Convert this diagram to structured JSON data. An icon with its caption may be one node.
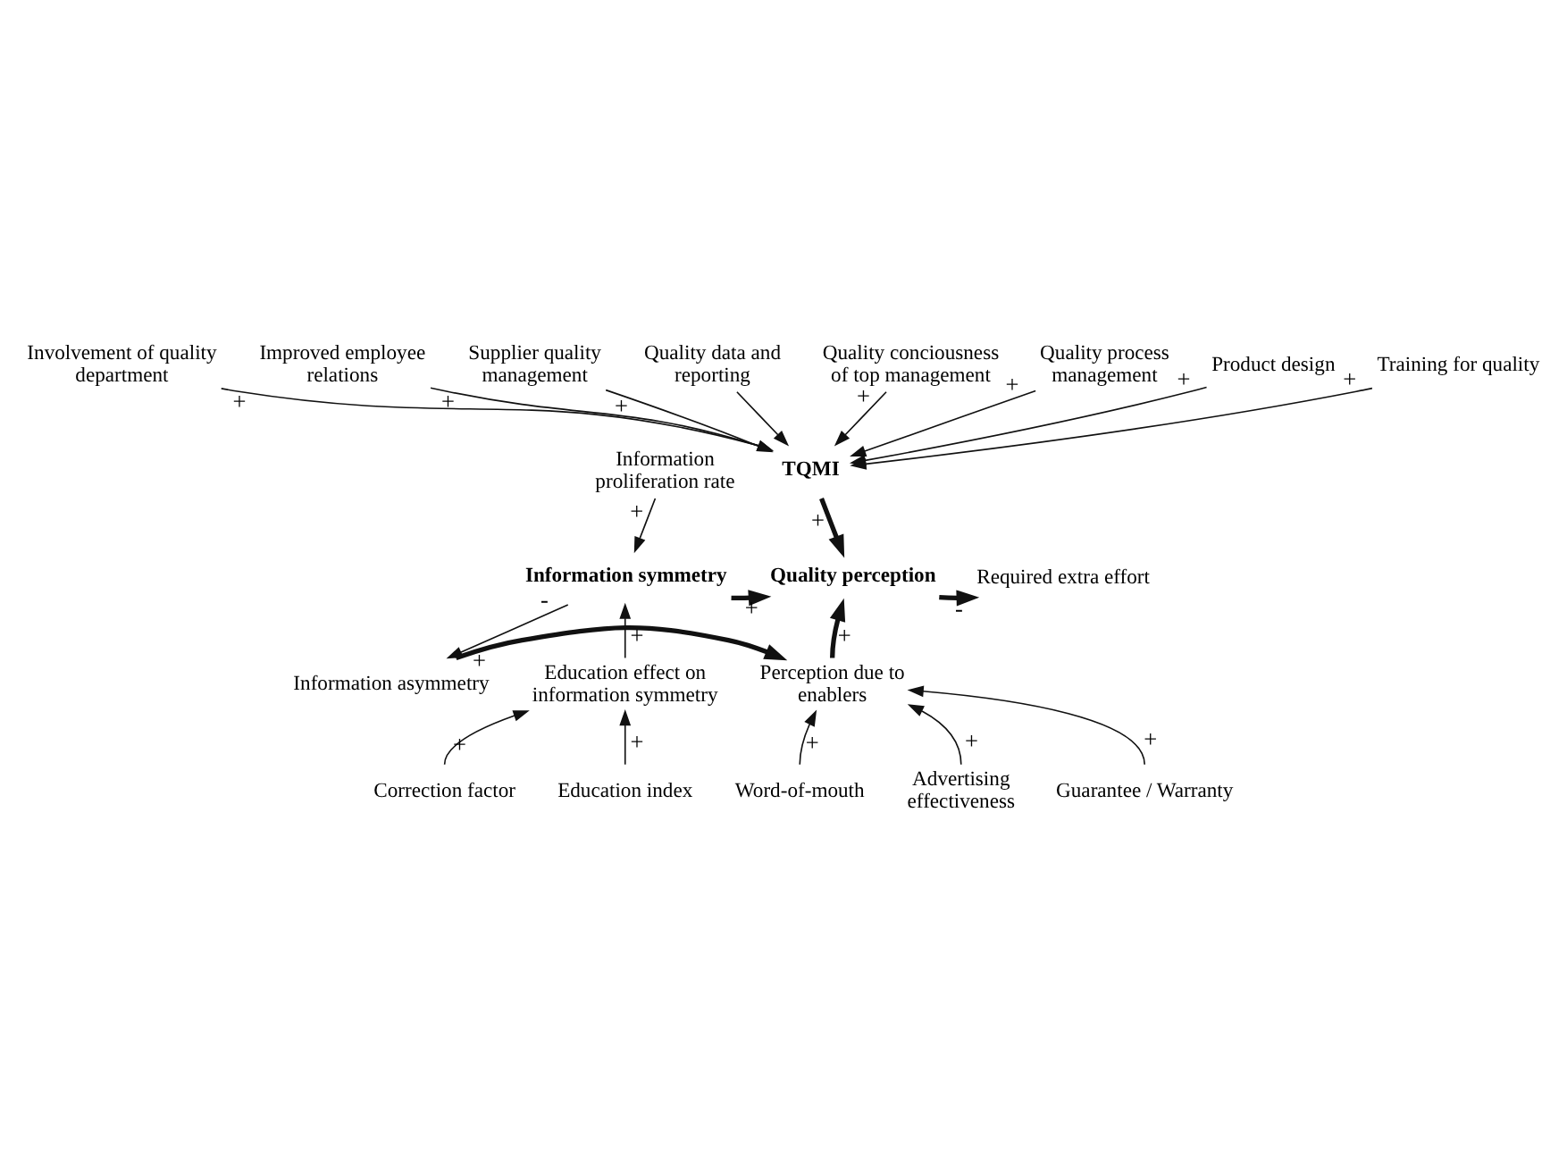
{
  "diagram": {
    "nodes": [
      {
        "text": [
          "Improved employee relations"
        ]
      },
      {
        "text": [
          "Quality data and reporting"
        ]
      },
      {
        "text": [
          "Quality conciousness of top management"
        ]
      },
      {
        "text": [
          "Involvement of quality department"
        ]
      },
      {
        "text": [
          "Quality process management"
        ]
      },
      {
        "text": [
          "TQMI"
        ]
      },
      {
        "text": [
          "Product design"
        ]
      },
      {
        "text": [
          "Supplier quality management"
        ]
      },
      {
        "text": [
          "Training for quality"
        ]
      },
      {
        "text": [
          "Information proliferation rate"
        ]
      },
      {
        "text": [
          "Information symmetry"
        ]
      },
      {
        "text": [
          "Quality perception"
        ]
      },
      {
        "text": [
          "Required extra effort"
        ]
      },
      {
        "text": [
          "Information asymmetry"
        ]
      },
      {
        "text": [
          "Perception due to enablers"
        ]
      },
      {
        "text": [
          "Education effect on information symmetry"
        ]
      },
      {
        "text": [
          "Correction factor"
        ]
      },
      {
        "text": [
          "Education index"
        ]
      },
      {
        "text": [
          "Word-of-mouth"
        ]
      },
      {
        "text": [
          "Advertising effectiveness"
        ]
      },
      {
        "text": [
          "Guarantee / Warranty"
        ]
      }
    ],
    "edges": [
      {
        "from": 0,
        "to": 5,
        "arrow": "to",
        "label": "+"
      },
      {
        "from": 1,
        "to": 5,
        "arrow": "to"
      },
      {
        "from": 2,
        "to": 5,
        "arrow": "to",
        "label": "+"
      },
      {
        "from": 3,
        "to": 5,
        "arrow": "to",
        "label": "+"
      },
      {
        "from": 4,
        "to": 5,
        "arrow": "to",
        "label": "+"
      },
      {
        "from": 5,
        "to": 11,
        "arrow": "to",
        "label": "+",
        "style": "thick"
      },
      {
        "from": 6,
        "to": 5,
        "arrow": "to",
        "label": "+"
      },
      {
        "from": 7,
        "to": 5,
        "arrow": "to",
        "label": "+"
      },
      {
        "from": 8,
        "to": 5,
        "arrow": "to",
        "label": "+"
      },
      {
        "from": 9,
        "to": 10,
        "arrow": "to",
        "label": "+"
      },
      {
        "from": 10,
        "to": 11,
        "arrow": "to",
        "label": "+",
        "style": "thick"
      },
      {
        "from": 10,
        "to": 13,
        "arrow": "to",
        "label": "-"
      },
      {
        "from": 11,
        "to": 12,
        "arrow": "to",
        "label": "-",
        "style": "thick"
      },
      {
        "from": 13,
        "to": 14,
        "arrow": "to",
        "label": "+",
        "style": "thick"
      },
      {
        "from": 14,
        "to": 11,
        "arrow": "to",
        "label": "+",
        "style": "thick"
      },
      {
        "from": 15,
        "to": 10,
        "arrow": "to",
        "label": "+"
      },
      {
        "from": 16,
        "to": 15,
        "arrow": "to",
        "label": "+"
      },
      {
        "from": 17,
        "to": 15,
        "arrow": "to",
        "label": "+"
      },
      {
        "from": 18,
        "to": 14,
        "arrow": "to",
        "label": "+"
      },
      {
        "from": 19,
        "to": 14,
        "arrow": "to",
        "label": "+"
      },
      {
        "from": 20,
        "to": 14,
        "arrow": "to",
        "label": "+"
      }
    ]
  }
}
